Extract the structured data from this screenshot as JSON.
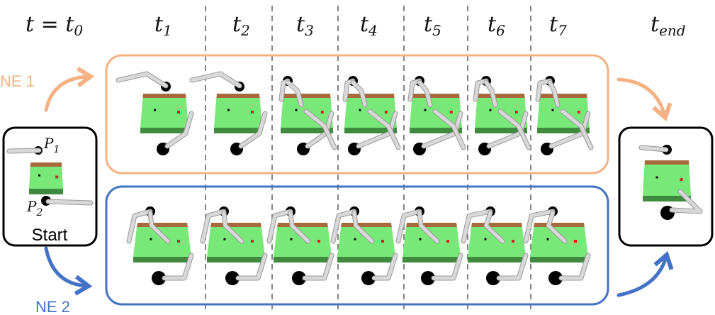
{
  "time_labels": [
    {
      "base": "t = t",
      "sub": "0"
    },
    {
      "base": "t",
      "sub": "1"
    },
    {
      "base": "t",
      "sub": "2"
    },
    {
      "base": "t",
      "sub": "3"
    },
    {
      "base": "t",
      "sub": "4"
    },
    {
      "base": "t",
      "sub": "5"
    },
    {
      "base": "t",
      "sub": "6"
    },
    {
      "base": "t",
      "sub": "7"
    },
    {
      "base": "t",
      "sub": "end"
    }
  ],
  "ne1": {
    "label": "NE 1",
    "color": "#f4b183"
  },
  "ne2": {
    "label": "NE 2",
    "color": "#4472c4"
  },
  "start": {
    "label": "Start",
    "p1": {
      "base": "P",
      "sub": "1"
    },
    "p2": {
      "base": "P",
      "sub": "2"
    }
  },
  "colors": {
    "table_top": "#a86a3c",
    "table_green": "#78e878",
    "table_front": "#3f8a3f",
    "arm": "#d8d8d8",
    "ball": "#000000",
    "dashed": "#666666",
    "arrow_orange": "#f4b183",
    "arrow_blue": "#4472c4"
  }
}
